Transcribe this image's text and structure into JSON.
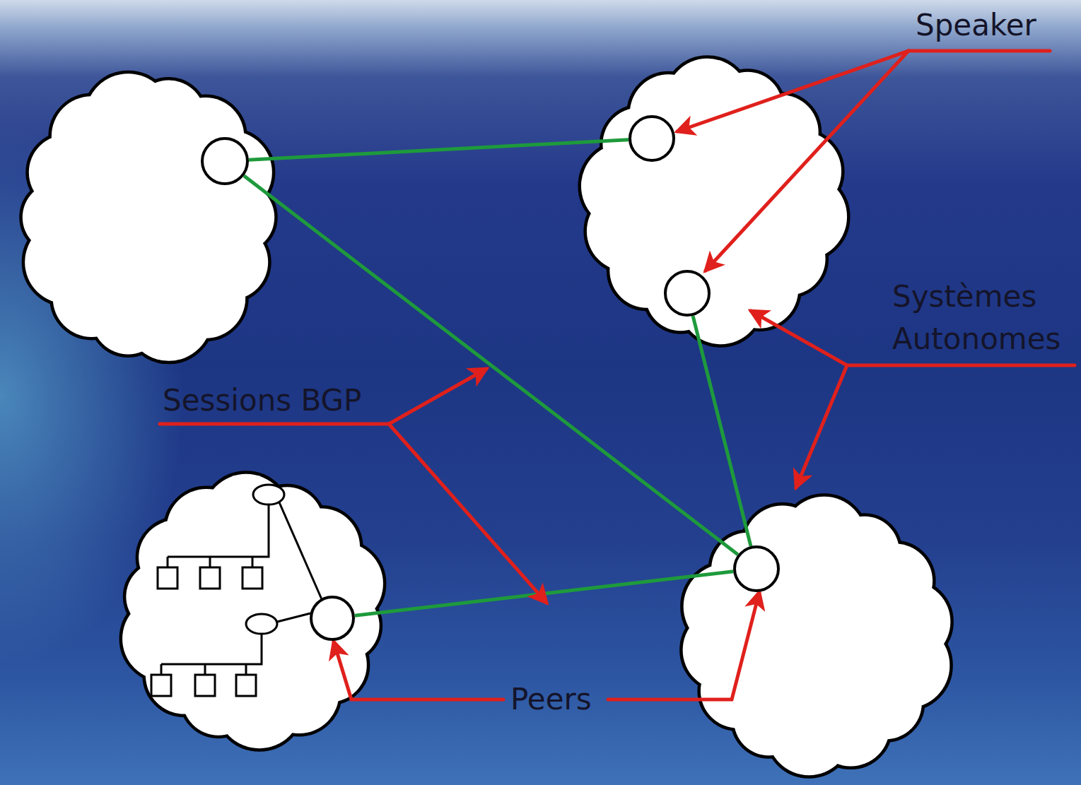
{
  "diagram": {
    "nodes": [
      {
        "text": []
      },
      {
        "text": [],
        "in": 0
      },
      {
        "text": []
      },
      {
        "text": [],
        "in": 2
      },
      {
        "text": [],
        "in": 2
      },
      {
        "text": []
      },
      {
        "text": [],
        "in": 5
      },
      {
        "text": []
      },
      {
        "text": [],
        "in": 7
      }
    ],
    "edges": [
      {
        "from": 1,
        "to": 3,
        "arrow": "none"
      },
      {
        "from": 1,
        "to": 8,
        "arrow": "none"
      },
      {
        "from": 4,
        "to": 8,
        "arrow": "none"
      },
      {
        "from": 6,
        "to": 8,
        "arrow": "none"
      }
    ],
    "labels": [
      "Speaker",
      "Systèmes Autonomes",
      "Sessions BGP",
      "Peers"
    ]
  }
}
